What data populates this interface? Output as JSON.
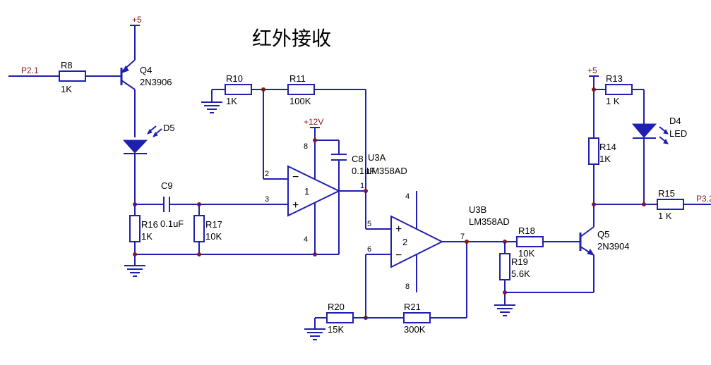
{
  "title": "红外接收",
  "nets": {
    "p21": "P2.1",
    "p3x": "P3.2",
    "vcc5a": "+5",
    "vcc5b": "+5",
    "vcc12": "+12V"
  },
  "parts": {
    "r8": {
      "ref": "R8",
      "val": "1K"
    },
    "q4": {
      "ref": "Q4",
      "val": "2N3906"
    },
    "d5": {
      "ref": "D5"
    },
    "c9": {
      "ref": "C9",
      "val": "0.1uF"
    },
    "r16": {
      "ref": "R16",
      "val": "1K"
    },
    "r17": {
      "ref": "R17",
      "val": "10K"
    },
    "r10": {
      "ref": "R10",
      "val": "1K"
    },
    "r11": {
      "ref": "R11",
      "val": "100K"
    },
    "c8": {
      "ref": "C8",
      "val": "0.1uF"
    },
    "u3a": {
      "ref": "U3A",
      "val": "LM358AD",
      "unit": "1"
    },
    "u3b": {
      "ref": "U3B",
      "val": "LM358AD",
      "unit": "2"
    },
    "r18": {
      "ref": "R18",
      "val": "10K"
    },
    "r19": {
      "ref": "R19",
      "val": "5.6K"
    },
    "r20": {
      "ref": "R20",
      "val": "15K"
    },
    "r21": {
      "ref": "R21",
      "val": "300K"
    },
    "r13": {
      "ref": "R13",
      "val": "1 K"
    },
    "d4": {
      "ref": "D4",
      "val": "LED"
    },
    "r14": {
      "ref": "R14",
      "val": "1K"
    },
    "r15": {
      "ref": "R15",
      "val": "1 K"
    },
    "q5": {
      "ref": "Q5",
      "val": "2N3904"
    }
  },
  "pins": {
    "u3a_inv": "2",
    "u3a_noninv": "3",
    "u3a_out": "1",
    "u3a_vcc": "8",
    "u3a_gnd": "4",
    "u3b_noninv": "5",
    "u3b_inv": "6",
    "u3b_out": "7",
    "u3b_top": "4",
    "u3b_bot": "8"
  },
  "opamp_signs": {
    "minus": "−",
    "plus": "+"
  }
}
